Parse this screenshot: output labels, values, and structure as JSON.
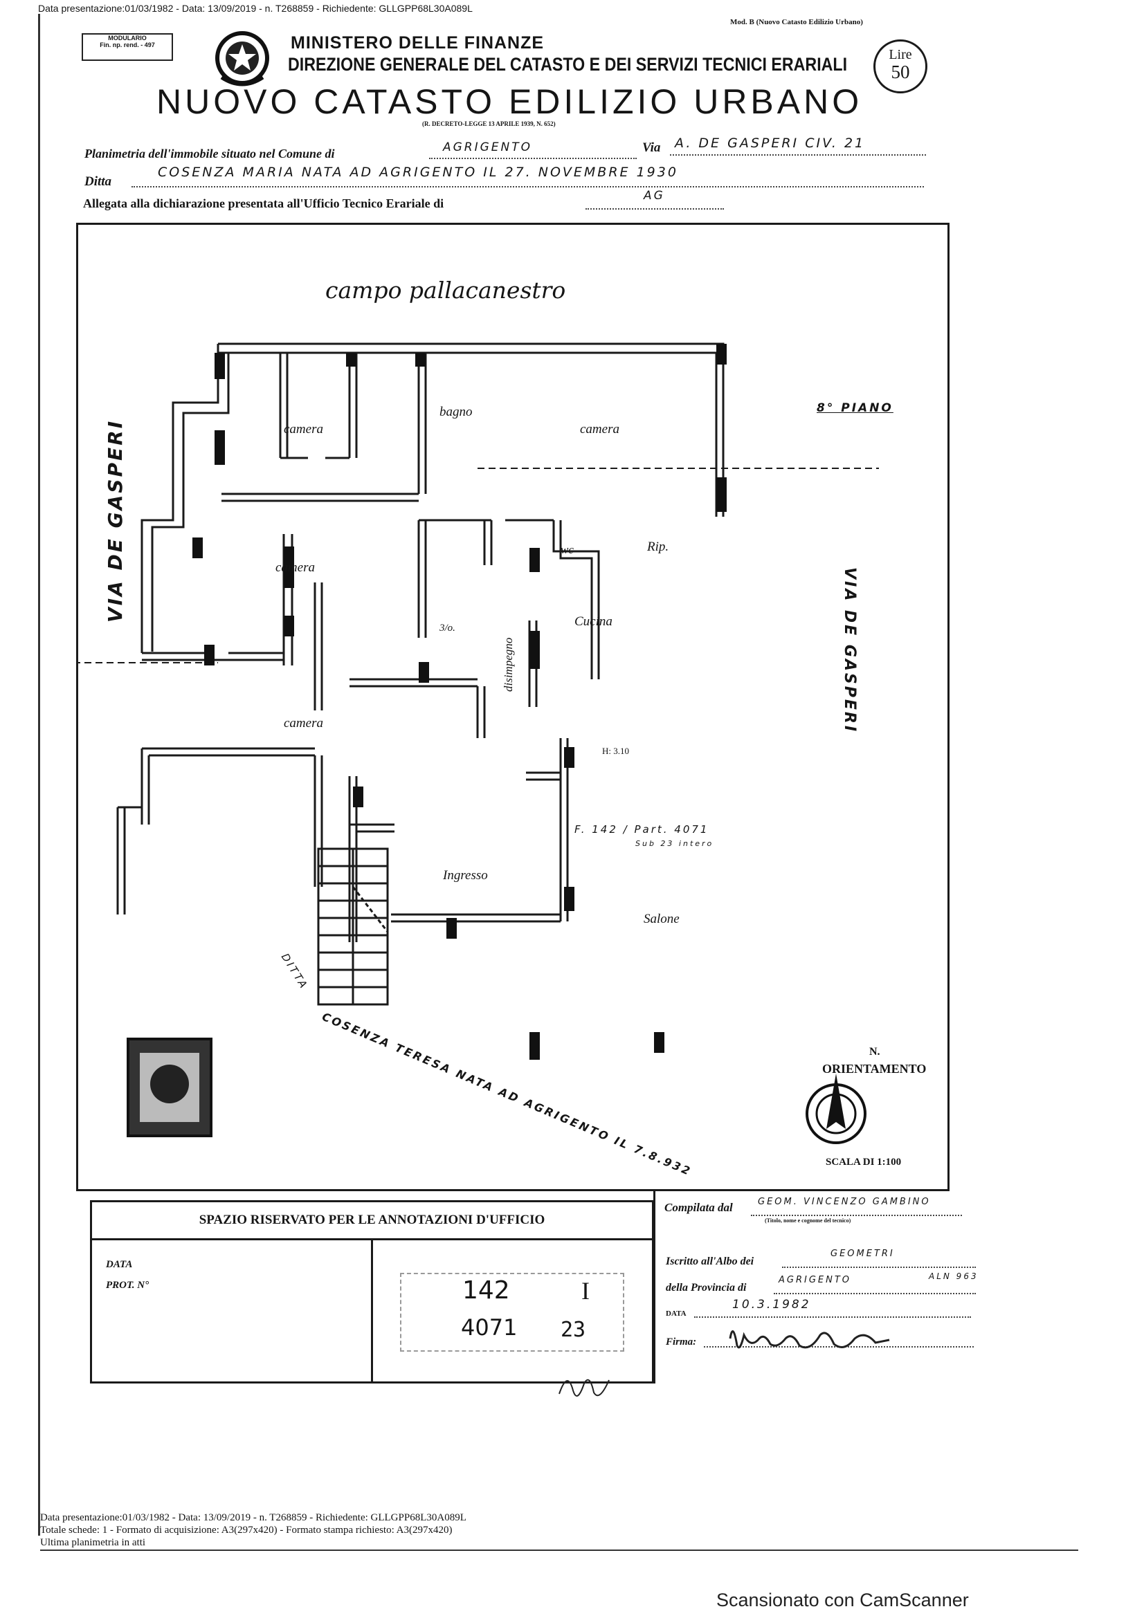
{
  "header": {
    "top_line": "Data presentazione:01/03/1982 - Data: 13/09/2019 - n. T268859 - Richiedente: GLLGPP68L30A089L",
    "model": "Mod. B (Nuovo Catasto Edilizio Urbano)",
    "modulario": "MODULARIO",
    "modulario_code": "Fin. np. rend. - 497",
    "ministry": "MINISTERO DELLE FINANZE",
    "direction": "DIREZIONE GENERALE DEL CATASTO E DEI SERVIZI TECNICI ERARIALI",
    "title": "NUOVO CATASTO EDILIZIO URBANO",
    "decree": "(R. DECRETO-LEGGE 13 APRILE 1939, N. 652)",
    "lire_label": "Lire",
    "lire_value": "50"
  },
  "form": {
    "planimetria_label": "Planimetria dell'immobile situato nel Comune di",
    "comune_value": "AGRIGENTO",
    "via_label": "Via",
    "via_value": "A. DE GASPERI CIV. 21",
    "ditta_label": "Ditta",
    "ditta_value": "COSENZA MARIA NATA AD AGRIGENTO IL 27. NOVEMBRE 1930",
    "allegata_label": "Allegata alla dichiarazione presentata all'Ufficio Tecnico Erariale di",
    "ufficio_value": "AG"
  },
  "plan": {
    "top_label": "campo pallacanestro",
    "floor_label": "8° PIANO",
    "street_left": "VIA DE GASPERI",
    "street_right": "VIA DE GASPERI",
    "rooms": {
      "camera_1": "camera",
      "bagno": "bagno",
      "camera_2": "camera",
      "camera_3": "camera",
      "wc": "wc",
      "rip": "Rip.",
      "ripostiglio_small": "3/o.",
      "disimpegno": "disimpegno",
      "cucina": "Cucina",
      "camera_4": "camera",
      "height": "H: 3.10",
      "ingresso": "Ingresso",
      "salone": "Salone"
    },
    "ref_note_1": "F. 142 / Part. 4071",
    "ref_note_2": "Sub 23 intero",
    "neighbor_1": "DITTA",
    "neighbor_2": "COSENZA TERESA NATA AD AGRIGENTO IL 7.8.932",
    "north": "N.",
    "orientation_label": "ORIENTAMENTO",
    "scale_label": "SCALA DI 1:100"
  },
  "annotations": {
    "title": "SPAZIO RISERVATO PER LE ANNOTAZIONI D'UFFICIO",
    "data_label": "DATA",
    "prot_label": "PROT. N°",
    "ref_a": "142",
    "ref_b": "I",
    "ref_c": "4071",
    "ref_d": "23"
  },
  "compilata": {
    "label": "Compilata dal",
    "value": "GEOM. VINCENZO GAMBINO",
    "sub": "(Titolo, nome e cognome del tecnico)",
    "iscritto_label": "Iscritto all'Albo dei",
    "iscritto_value": "GEOMETRI",
    "provincia_label": "della Provincia di",
    "provincia_value": "AGRIGENTO",
    "albo_number": "ALN 963",
    "data_label": "DATA",
    "data_value": "10.3.1982",
    "firma_label": "Firma:"
  },
  "footer": {
    "line1": "Data presentazione:01/03/1982 - Data: 13/09/2019 - n. T268859 - Richiedente: GLLGPP68L30A089L",
    "line2": "Totale schede: 1 - Formato di acquisizione: A3(297x420)  - Formato stampa richiesto: A3(297x420)",
    "line3": "Ultima planimetria in atti",
    "scanner": "Scansionato con CamScanner"
  }
}
